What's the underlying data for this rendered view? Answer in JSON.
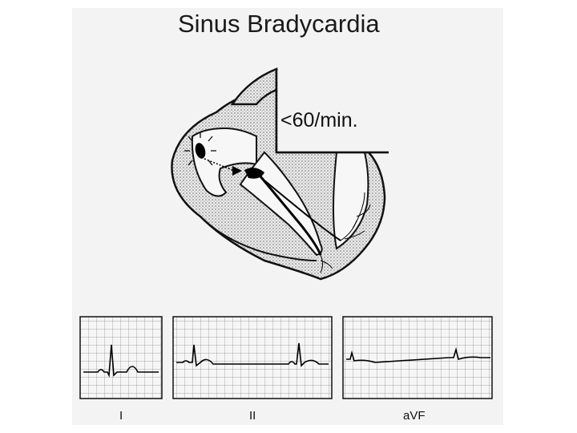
{
  "title": "Sinus Bradycardia",
  "rate_label": "<60/min.",
  "leads": [
    {
      "label": "I"
    },
    {
      "label": "II"
    },
    {
      "label": "aVF"
    }
  ]
}
